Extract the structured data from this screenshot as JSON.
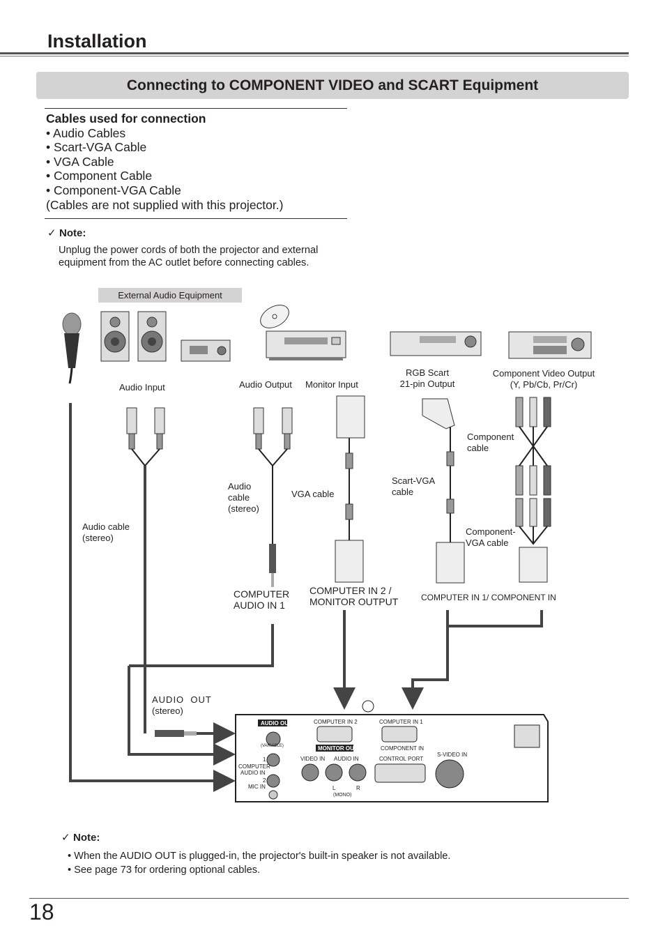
{
  "section_title": "Installation",
  "banner_title": "Connecting to COMPONENT VIDEO and SCART Equipment",
  "cables": {
    "heading": "Cables used for connection",
    "items": [
      "• Audio Cables",
      "• Scart-VGA Cable",
      "• VGA Cable",
      "• Component Cable",
      "• Component-VGA Cable"
    ],
    "footnote": "(Cables are not supplied with this projector.)"
  },
  "note1": {
    "check": "✓",
    "heading": "Note:",
    "line1": "Unplug the power cords of both the projector and external",
    "line2": "equipment from the AC outlet before connecting cables."
  },
  "diagram": {
    "external_audio": "External Audio Equipment",
    "audio_input": "Audio Input",
    "audio_output": "Audio Output",
    "monitor_input": "Monitor Input",
    "rgb_scart": [
      "RGB Scart",
      "21-pin Output"
    ],
    "component_video_output": [
      "Component Video Output",
      "(Y, Pb/Cb, Pr/Cr)"
    ],
    "component_cable": [
      "Component",
      "cable"
    ],
    "scart_vga_cable": [
      "Scart-VGA",
      "cable"
    ],
    "audio_cable_left": [
      "Audio cable",
      "(stereo)"
    ],
    "audio_cable_mid": [
      "Audio",
      "cable",
      "(stereo)"
    ],
    "vga_cable": "VGA cable",
    "component_vga_cable": [
      "Component-",
      "VGA cable"
    ],
    "computer_audio_in": [
      "COMPUTER",
      "AUDIO IN 1"
    ],
    "computer_in2": [
      "COMPUTER IN 2 /",
      "MONITOR OUTPUT"
    ],
    "computer_in1": "COMPUTER IN 1/ COMPONENT IN",
    "audio_out": [
      "AUDIO  OUT",
      "(stereo)"
    ],
    "panel": {
      "audio_out": "AUDIO OUT",
      "variable": "(VARIABLE)",
      "computer_in_2": "COMPUTER IN 2",
      "monitor_out": "MONITOR OUT",
      "computer_in_1": "COMPUTER IN 1",
      "component_in": "COMPONENT IN",
      "computer": "COMPUTER",
      "audio_in": "AUDIO IN",
      "mic_in": "MIC IN",
      "one": "1",
      "two": "2",
      "video_in": "VIDEO IN",
      "audio_in2": "AUDIO IN",
      "control_port": "CONTROL PORT",
      "s_video_in": "S-VIDEO IN",
      "l": "L",
      "r": "R",
      "mono": "(MONO)"
    }
  },
  "note2": {
    "check": "✓",
    "heading": "Note:",
    "line1": "• When the AUDIO OUT is plugged-in, the projector's built-in speaker is not available.",
    "line2": "• See page 73 for ordering optional cables."
  },
  "page_number": "18"
}
